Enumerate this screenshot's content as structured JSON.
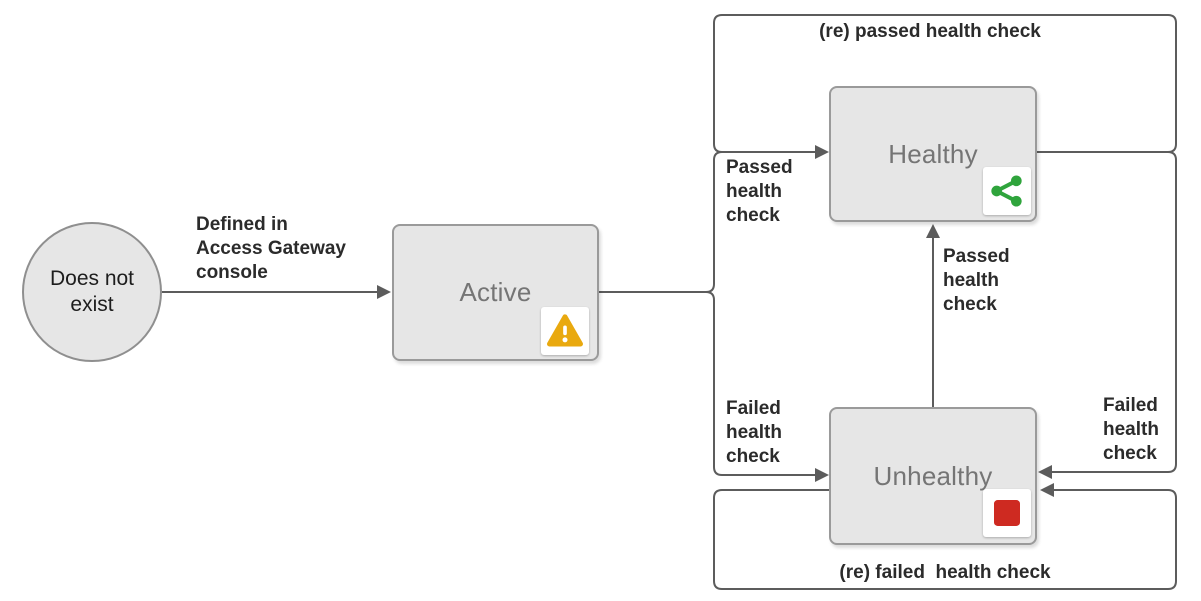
{
  "colors": {
    "box_fill": "#e6e6e6",
    "box_border": "#9a9a9a",
    "edge": "#5c5c5c",
    "state_text": "#757575",
    "label_text": "#2b2b2b",
    "warning_amber": "#e9a90f",
    "healthy_green": "#2fa43c",
    "unhealthy_red": "#ce2a21",
    "icon_tile": "#ffffff"
  },
  "nodes": {
    "does_not_exist": {
      "label": "Does not exist"
    },
    "active": {
      "label": "Active",
      "icon": "warning-icon"
    },
    "healthy": {
      "label": "Healthy",
      "icon": "share-icon"
    },
    "unhealthy": {
      "label": "Unhealthy",
      "icon": "stop-icon"
    }
  },
  "edge_labels": {
    "defined_in_console": "Defined in\nAccess Gateway\nconsole",
    "passed_from_active": "Passed\nhealth\ncheck",
    "failed_from_active": "Failed\nhealth\ncheck",
    "passed_from_unhealthy": "Passed\nhealth\ncheck",
    "failed_from_healthy": "Failed\nhealth\ncheck",
    "re_passed_loop": "(re) passed health check",
    "re_failed_loop": "(re) failed  health check"
  }
}
